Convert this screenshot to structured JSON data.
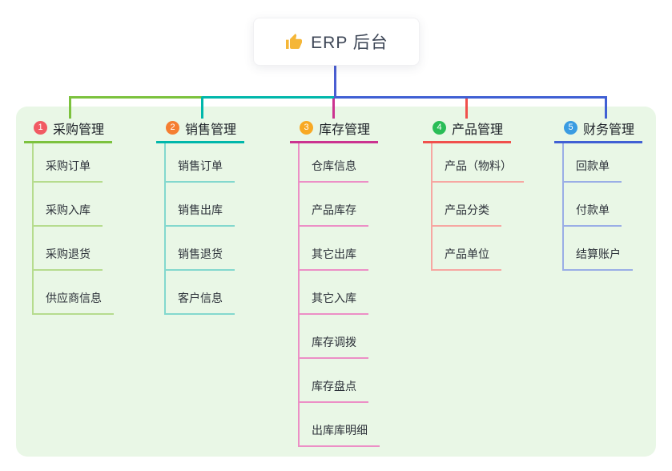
{
  "root": {
    "label": "ERP 后台",
    "icon": "thumbs-up-icon",
    "trunk_color": "#4a5ed2",
    "icon_color": "#f5b637"
  },
  "panel": {
    "bg": "#e9f7e6"
  },
  "branches": [
    {
      "num": "1",
      "title": "采购管理",
      "badge_color": "#f15a63",
      "line_color": "#7cc23e",
      "item_line_color": "#b6dc8e",
      "items": [
        "采购订单",
        "采购入库",
        "采购退货",
        "供应商信息"
      ]
    },
    {
      "num": "2",
      "title": "销售管理",
      "badge_color": "#f57e31",
      "line_color": "#00b7ab",
      "item_line_color": "#83d8ce",
      "items": [
        "销售订单",
        "销售出库",
        "销售退货",
        "客户信息"
      ]
    },
    {
      "num": "3",
      "title": "库存管理",
      "badge_color": "#f8a924",
      "line_color": "#cb3390",
      "item_line_color": "#ec8fc6",
      "items": [
        "仓库信息",
        "产品库存",
        "其它出库",
        "其它入库",
        "库存调拨",
        "库存盘点",
        "出库库明细"
      ]
    },
    {
      "num": "4",
      "title": "产品管理",
      "badge_color": "#2abd57",
      "line_color": "#f0504c",
      "item_line_color": "#f7a7a2",
      "items": [
        "产品（物料）",
        "产品分类",
        "产品单位"
      ]
    },
    {
      "num": "5",
      "title": "财务管理",
      "badge_color": "#3a9ce2",
      "line_color": "#4060d4",
      "item_line_color": "#9aaee6",
      "items": [
        "回款单",
        "付款单",
        "结算账户"
      ]
    }
  ]
}
